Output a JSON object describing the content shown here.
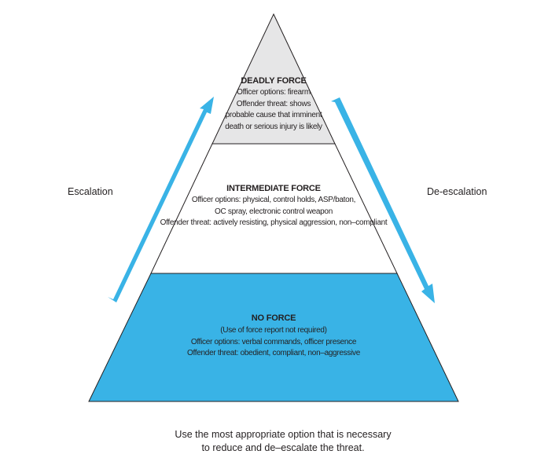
{
  "colors": {
    "blue": "#39b3e6",
    "gray": "#e6e6e7",
    "white": "#ffffff",
    "outline": "#231f20"
  },
  "labels": {
    "escalation": "Escalation",
    "deescalation": "De-escalation"
  },
  "tiers": {
    "deadly": {
      "title": "DEADLY FORCE",
      "lines": [
        "Officer options: firearm",
        "Offender threat: shows",
        "probable cause that imminent",
        "death or serious injury is likely"
      ]
    },
    "intermediate": {
      "title": "INTERMEDIATE FORCE",
      "lines": [
        "Officer options: physical, control holds, ASP/baton,",
        "OC spray, electronic control weapon",
        "Offender threat: actively resisting, physical aggression, non–compliant"
      ]
    },
    "noforce": {
      "title": "NO FORCE",
      "lines": [
        "(Use of force report not required)",
        "Officer options: verbal commands, officer presence",
        "Offender threat: obedient, compliant, non–aggressive"
      ]
    }
  },
  "footer": {
    "line1": "Use the most appropriate option that is necessary",
    "line2": "to reduce and de–escalate the threat."
  }
}
